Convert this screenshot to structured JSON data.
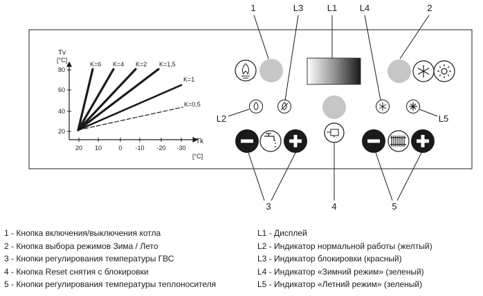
{
  "callouts": {
    "c1": "1",
    "cL3": "L3",
    "cL1": "L1",
    "cL4": "L4",
    "c2": "2",
    "cL2": "L2",
    "cL5": "L5",
    "c3": "3",
    "c4": "4",
    "c5": "5"
  },
  "graph": {
    "y_title": "Tv",
    "y_unit": "[°C]",
    "x_title": "Tk",
    "x_unit": "[°C]",
    "y_ticks": [
      "80",
      "60",
      "40",
      "20"
    ],
    "x_ticks": [
      "20",
      "10",
      "0",
      "-10",
      "-20",
      "-30"
    ],
    "curve_labels": [
      "K=6",
      "K=4",
      "K=2",
      "K=1,5",
      "K=1",
      "K=0,5"
    ]
  },
  "legend_left": [
    "1 -  Кнопка включения/выключения котла",
    "2 -  Кнопка выбора режимов Зима / Лето",
    "3 -  Кнопки регулирования температуры ГВС",
    "4 -  Кнопка Reset снятия с блокировки",
    "5 -  Кнопки регулирования температуры теплоносителя"
  ],
  "legend_right": [
    "L1 -  Дисплей",
    "L2 -  Индикатор нормальной работы (желтый)",
    "L3 -  Индикатор блокировки (красный)",
    "L4 -  Индикатор «Зимний режим» (зеленый)",
    "L5 -  Индикатор «Летний режим» (зеленый)"
  ],
  "icons": {
    "power": "burner-flame-icon",
    "winter_summer": "snowflake-sun-icon",
    "led_normal": "flame-icon",
    "led_block": "flame-crossed-icon",
    "led_winter": "snowflake-icon",
    "led_summer": "sun-icon",
    "reset": "reset-icon",
    "dhw": "tap-icon",
    "heating": "radiator-icon"
  },
  "colors": {
    "button_fill": "#c6c6c6",
    "panel_border": "#333333",
    "ink": "#1a1a1a"
  }
}
